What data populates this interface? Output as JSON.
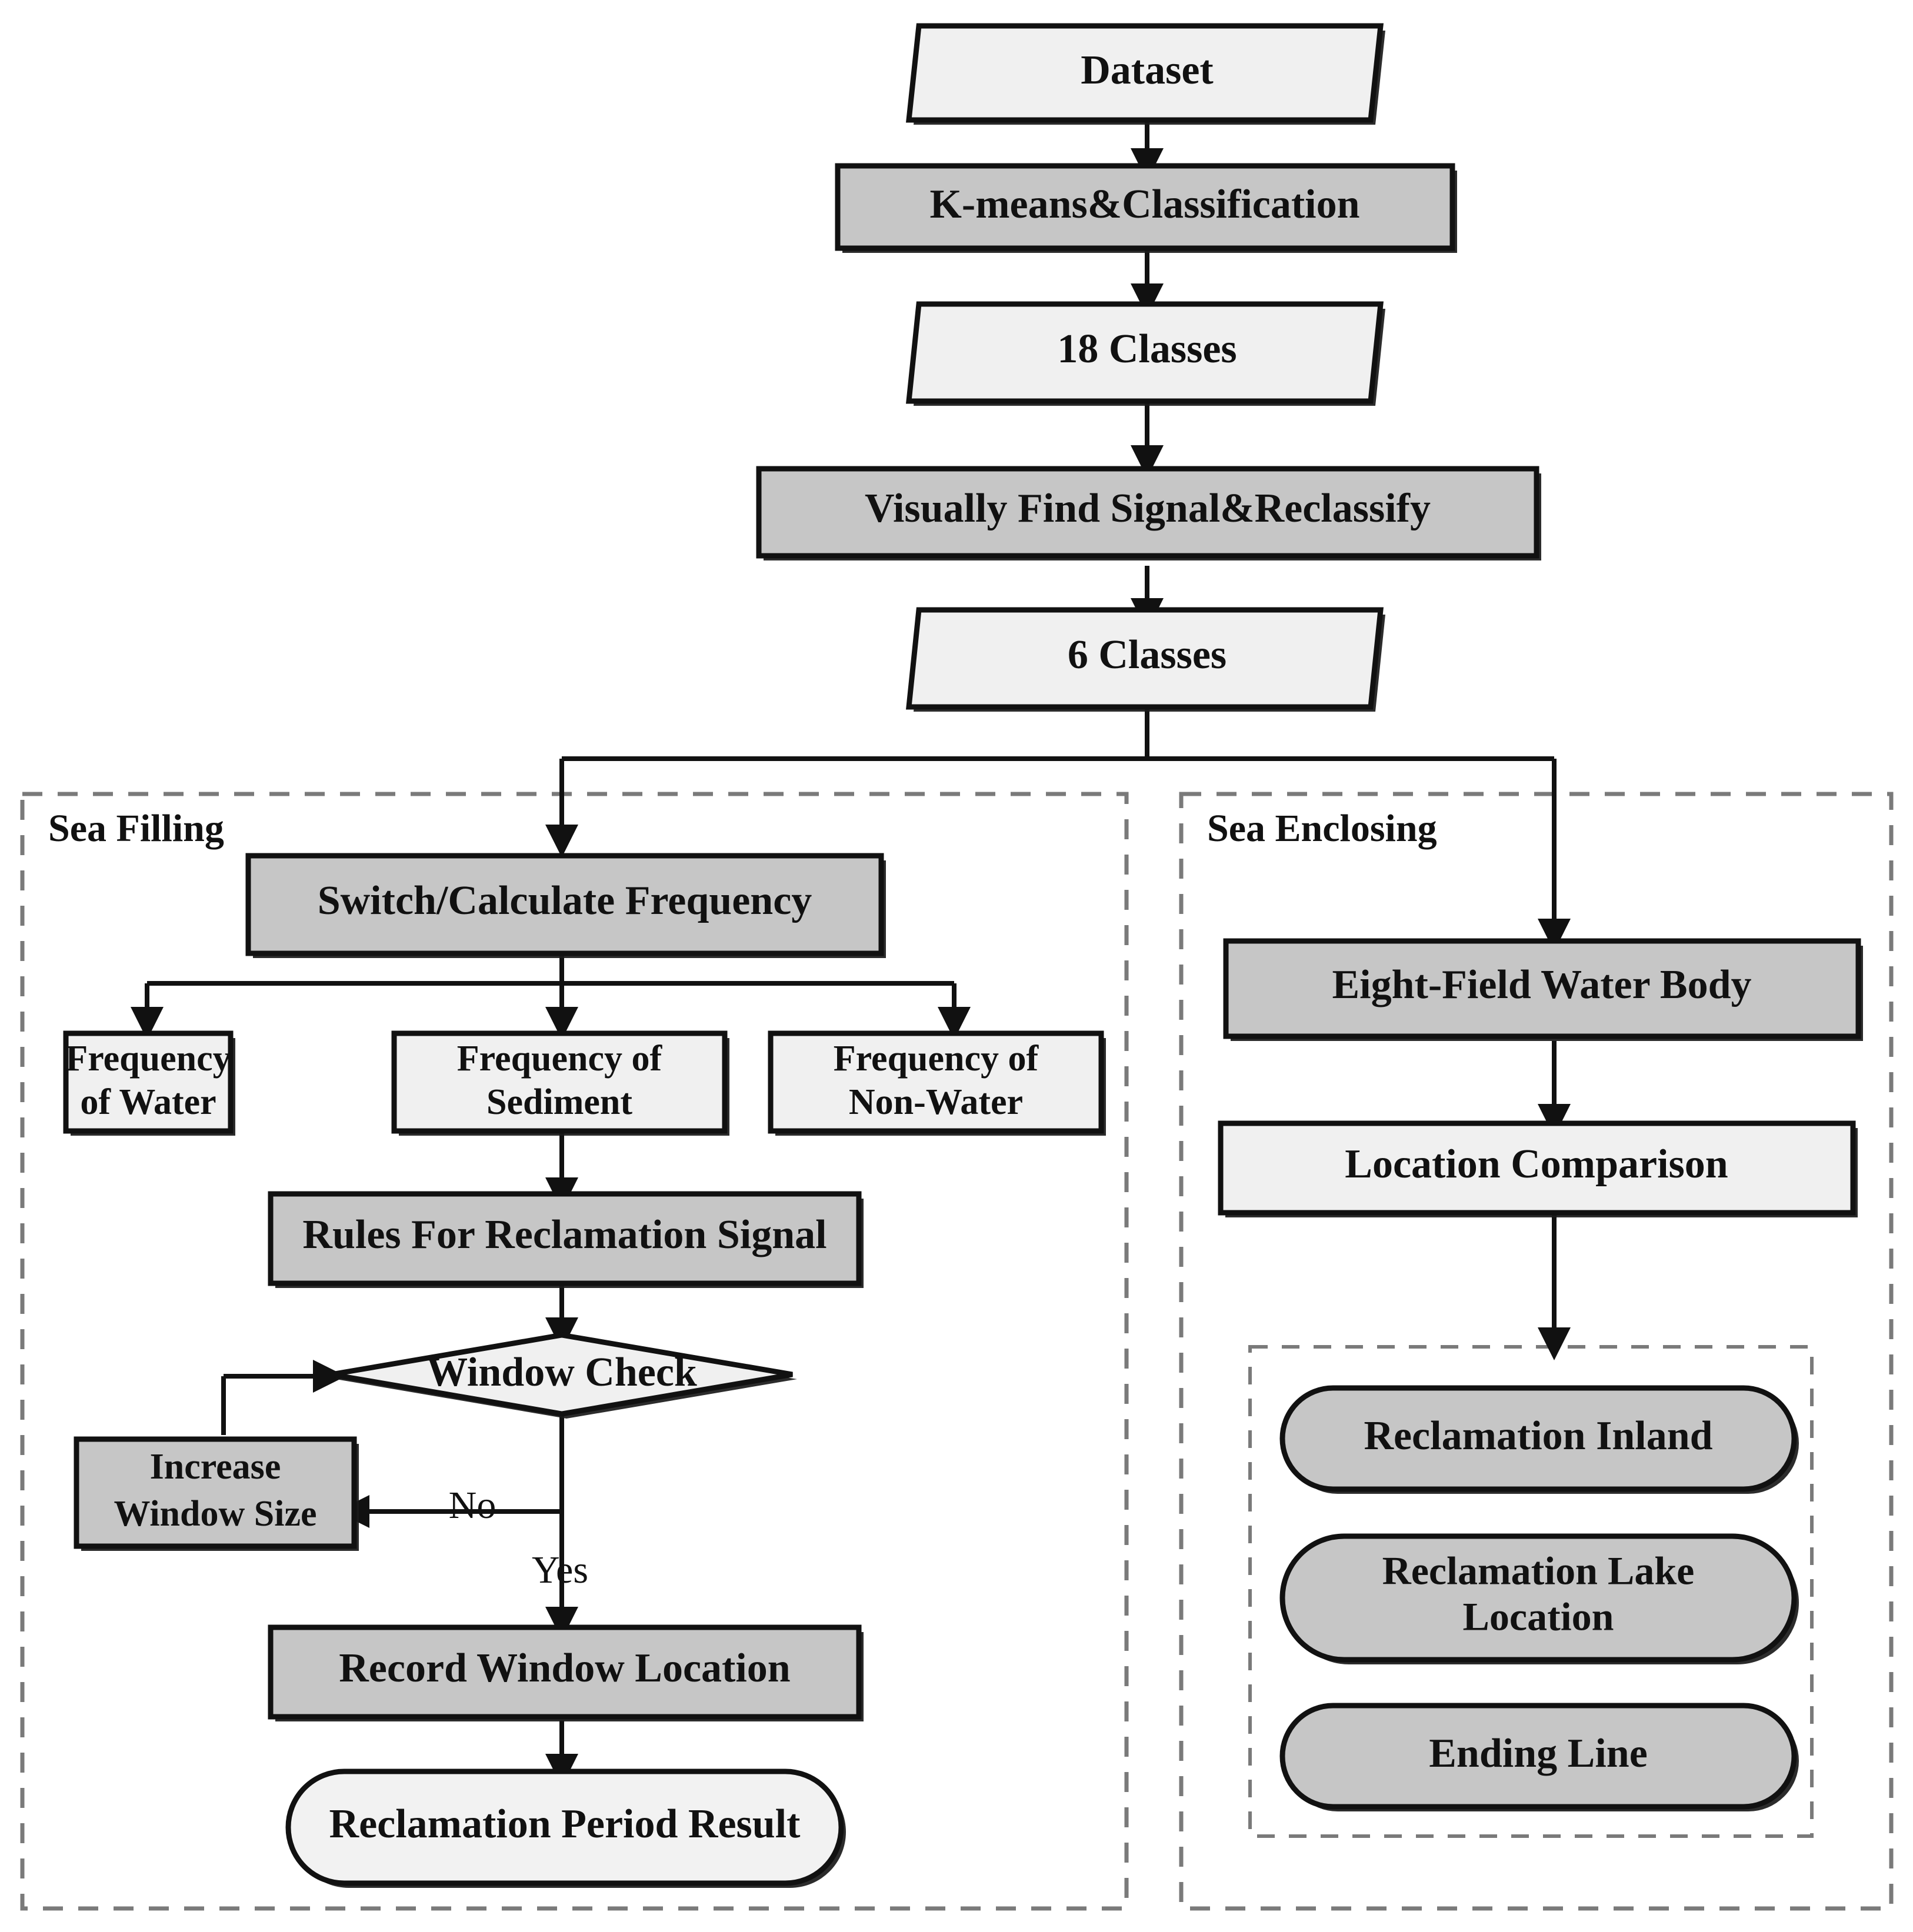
{
  "diagram": {
    "title_present": false,
    "colors": {
      "process_fill": "#c6c6c6",
      "data_fill": "#f0f0f0",
      "decision_fill": "#f0f0f0",
      "terminal_fill": "#f2f2f2",
      "border": "#111111",
      "group_border": "#7a7a7a",
      "background": "#ffffff"
    },
    "groups": [
      {
        "id": "sea-filling",
        "label": "Sea Filling"
      },
      {
        "id": "sea-enclosing",
        "label": "Sea Enclosing"
      },
      {
        "id": "result-group",
        "label": ""
      }
    ],
    "nodes": [
      {
        "id": "dataset",
        "label": "Dataset",
        "shape": "parallelogram"
      },
      {
        "id": "kmeans",
        "label": "K-means&Classification",
        "shape": "process"
      },
      {
        "id": "classes18",
        "label": "18 Classes",
        "shape": "parallelogram"
      },
      {
        "id": "visually-find",
        "label": "Visually Find Signal&Reclassify",
        "shape": "process"
      },
      {
        "id": "classes6",
        "label": "6 Classes",
        "shape": "parallelogram"
      },
      {
        "id": "switch-calc",
        "label": "Switch/Calculate Frequency",
        "shape": "process"
      },
      {
        "id": "freq-water",
        "label": "Frequency\nof Water",
        "line1": "Frequency",
        "line2": "of Water",
        "shape": "rect-light"
      },
      {
        "id": "freq-sediment",
        "label": "Frequency of\nSediment",
        "line1": "Frequency of",
        "line2": "Sediment",
        "shape": "rect-light"
      },
      {
        "id": "freq-nonwater",
        "label": "Frequency of\nNon-Water",
        "line1": "Frequency of",
        "line2": "Non-Water",
        "shape": "rect-light"
      },
      {
        "id": "rules",
        "label": "Rules For Reclamation Signal",
        "shape": "process"
      },
      {
        "id": "window-check",
        "label": "Window Check",
        "shape": "decision"
      },
      {
        "id": "increase-window",
        "label": "Increase\nWindow Size",
        "line1": "Increase",
        "line2": "Window Size",
        "shape": "process"
      },
      {
        "id": "record-window",
        "label": "Record Window Location",
        "shape": "process"
      },
      {
        "id": "period-result",
        "label": "Reclamation Period Result",
        "shape": "terminal"
      },
      {
        "id": "eight-field",
        "label": "Eight-Field Water Body",
        "shape": "process"
      },
      {
        "id": "location-compare",
        "label": "Location Comparison",
        "shape": "rect-light"
      },
      {
        "id": "reclam-inland",
        "label": "Reclamation Inland",
        "shape": "rounded"
      },
      {
        "id": "reclam-lake",
        "label": "Reclamation Lake\nLocation",
        "line1": "Reclamation Lake",
        "line2": "Location",
        "shape": "rounded"
      },
      {
        "id": "ending-line",
        "label": "Ending Line",
        "shape": "rounded"
      }
    ],
    "edge_labels": {
      "no": "No",
      "yes": "Yes"
    },
    "edges": [
      {
        "from": "dataset",
        "to": "kmeans"
      },
      {
        "from": "kmeans",
        "to": "classes18"
      },
      {
        "from": "classes18",
        "to": "visually-find"
      },
      {
        "from": "visually-find",
        "to": "classes6"
      },
      {
        "from": "classes6",
        "to": "switch-calc"
      },
      {
        "from": "classes6",
        "to": "eight-field"
      },
      {
        "from": "switch-calc",
        "to": "freq-water"
      },
      {
        "from": "switch-calc",
        "to": "freq-sediment"
      },
      {
        "from": "switch-calc",
        "to": "freq-nonwater"
      },
      {
        "from": "freq-sediment",
        "to": "rules"
      },
      {
        "from": "rules",
        "to": "window-check"
      },
      {
        "from": "window-check",
        "to": "increase-window",
        "label": "No"
      },
      {
        "from": "increase-window",
        "to": "window-check"
      },
      {
        "from": "window-check",
        "to": "record-window",
        "label": "Yes"
      },
      {
        "from": "record-window",
        "to": "period-result"
      },
      {
        "from": "eight-field",
        "to": "location-compare"
      },
      {
        "from": "location-compare",
        "to": "result-group"
      }
    ]
  }
}
